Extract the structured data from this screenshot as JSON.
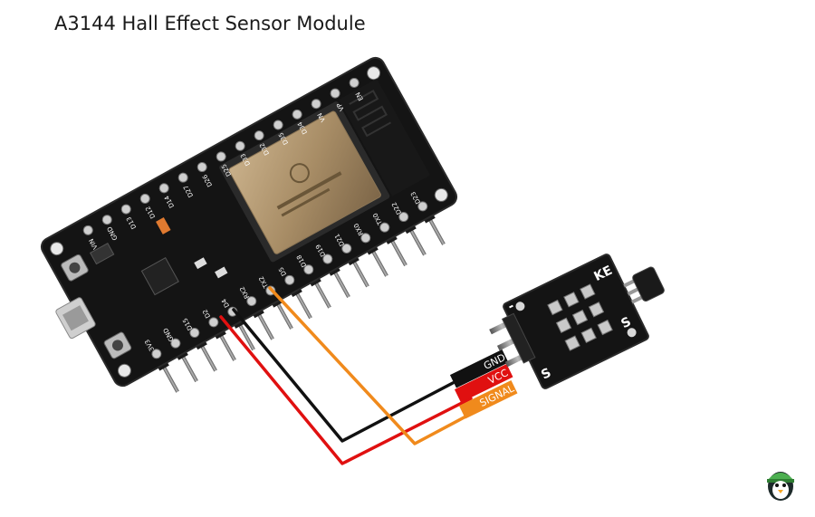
{
  "title": "A3144 Hall Effect Sensor Module",
  "board": {
    "top_pins": [
      "VIN",
      "GND",
      "D13",
      "D12",
      "D14",
      "D27",
      "D26",
      "D25",
      "D33",
      "D32",
      "D35",
      "D34",
      "VN",
      "VP",
      "EN"
    ],
    "bottom_pins": [
      "3V3",
      "GND",
      "D15",
      "D2",
      "D4",
      "RX2",
      "TX2",
      "D5",
      "D18",
      "D19",
      "D21",
      "RX0",
      "TX0",
      "D22",
      "D23"
    ]
  },
  "module": {
    "pin_labels": [
      "-",
      "",
      "S"
    ],
    "side_label_1": "KE",
    "side_label_2": "S"
  },
  "wires": [
    {
      "label": "GND",
      "color": "#111111"
    },
    {
      "label": "VCC",
      "color": "#e01010"
    },
    {
      "label": "SIGNAL",
      "color": "#f08a1c"
    }
  ],
  "logo": {
    "icon": "penguin-logo-icon"
  }
}
